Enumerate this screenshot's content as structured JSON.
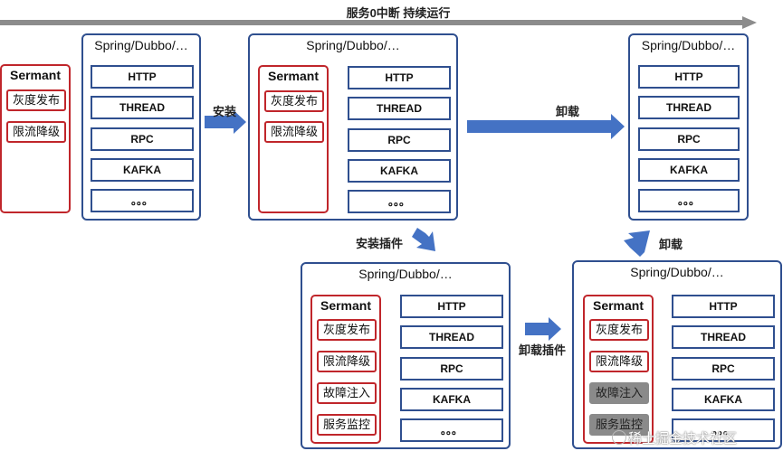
{
  "timeline": {
    "label": "服务0中断 持续运行"
  },
  "arrow_labels": {
    "install": "安装",
    "uninstall_top": "卸载",
    "install_plugin": "安装插件",
    "uninstall_plugin": "卸载插件",
    "uninstall_up": "卸载"
  },
  "app_container_title": "Spring/Dubbo/…",
  "modules": [
    "HTTP",
    "THREAD",
    "RPC",
    "KAFKA",
    "。。。"
  ],
  "sermant": {
    "title": "Sermant",
    "base_plugins": [
      "灰度发布",
      "限流降级"
    ],
    "extra_plugins": [
      "故障注入",
      "服务监控"
    ]
  },
  "watermark": "稀土掘金技术社区",
  "colors": {
    "container_border": "#2f4f8f",
    "sermant_border": "#c0262b",
    "arrow": "#4472c4",
    "timeline": "#8c8c8c",
    "removed_plugin": "#8a8a8a"
  }
}
